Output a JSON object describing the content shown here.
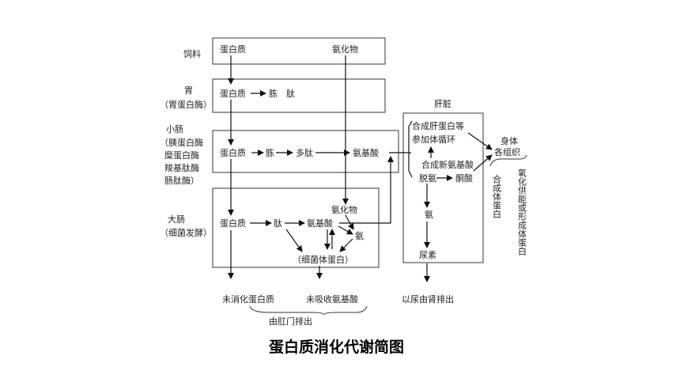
{
  "diagram": {
    "caption": "蛋白质消化代谢简图",
    "left_labels": {
      "feed": "饲料",
      "stomach": "胃",
      "stomach_enzyme": "（胃蛋白酶）",
      "small_intestine": "小肠",
      "si_enzyme_1": "（胰蛋白酶",
      "si_enzyme_2": "糜蛋白酶",
      "si_enzyme_3": "羧基肽酶",
      "si_enzyme_4": "肠肽酶）",
      "large_intestine": "大肠",
      "li_note": "（细菌发酵）"
    },
    "row1": {
      "protein": "蛋白质",
      "ammonia_compound": "氨化物"
    },
    "row2": {
      "protein": "蛋白质",
      "peptone": "胨",
      "peptide": "肽"
    },
    "row3": {
      "protein": "蛋白质",
      "peptone": "胨",
      "polypeptide": "多肽",
      "amino_acid": "氨基酸"
    },
    "row4": {
      "ammonia_compound": "氨化物",
      "protein": "蛋白质",
      "peptide": "肽",
      "amino_acid": "氨基酸",
      "ammonia": "氨",
      "bacterial_protein": "（细菌体蛋白）"
    },
    "liver": {
      "title": "肝脏",
      "line1": "合成肝蛋白等",
      "line2": "参加体循环",
      "line3": "合成新氨基酸",
      "deamination": "脱氨",
      "ketoacid": "酮酸",
      "ammonia": "氨",
      "urea": "尿素"
    },
    "right": {
      "body_tissue_1": "身体",
      "body_tissue_2": "各组织",
      "synth_protein": "合成体蛋白",
      "oxidize": "氧化供能或形成体蛋白"
    },
    "bottom": {
      "undigested_protein": "未消化蛋白质",
      "unabsorbed_aa": "未吸收氨基酸",
      "anus_excretion": "由肛门排出",
      "urine_excretion": "以尿由肾排出"
    }
  }
}
